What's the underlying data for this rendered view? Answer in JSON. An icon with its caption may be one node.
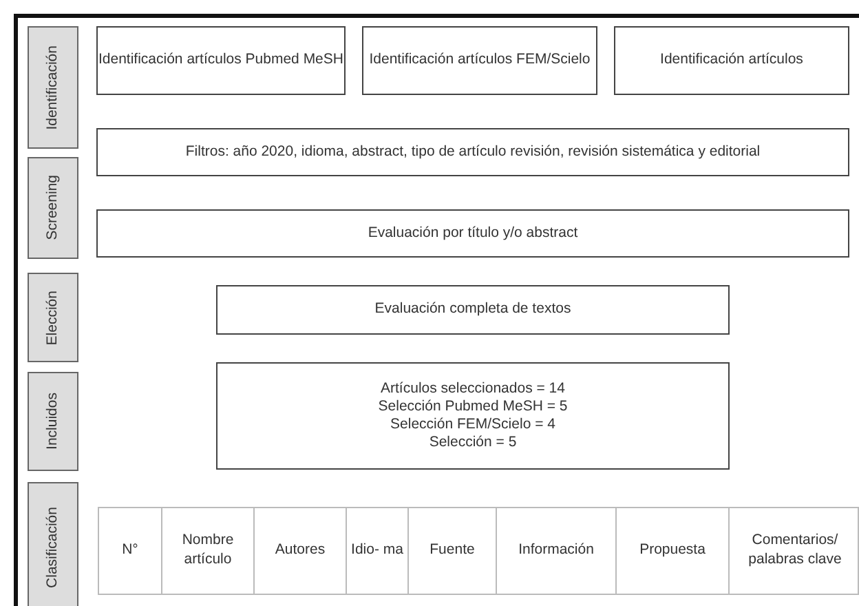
{
  "diagram": {
    "nodes": [
      {
        "text": [
          "Identificación"
        ]
      },
      {
        "text": [
          "Screening"
        ]
      },
      {
        "text": [
          "Elección"
        ]
      },
      {
        "text": [
          "Incluidos"
        ]
      },
      {
        "text": [
          "Clasificación"
        ]
      },
      {
        "text": [
          "Identificación artículos Pubmed MeSH"
        ]
      },
      {
        "text": [
          "Identificación artículos FEM/Scielo"
        ]
      },
      {
        "text": [
          "Identificación artículos"
        ]
      },
      {
        "text": [
          "Filtros: año 2020, idioma, abstract, tipo de artículo revisión, revisión sistemática y editorial"
        ]
      },
      {
        "text": [
          "Evaluación por título y/o abstract"
        ]
      },
      {
        "text": [
          "Evaluación completa de textos"
        ]
      },
      {
        "text": [
          "Artículos seleccionados = 14",
          "Selección Pubmed MeSH = 5",
          "Selección FEM/Scielo  = 4",
          "Selección = 5"
        ]
      }
    ],
    "labels": [
      "N°",
      "Nombre artículo",
      "Autores",
      "Idio- ma",
      "Fuente",
      "Información",
      "Propuesta",
      "Comentarios/ palabras clave"
    ]
  }
}
